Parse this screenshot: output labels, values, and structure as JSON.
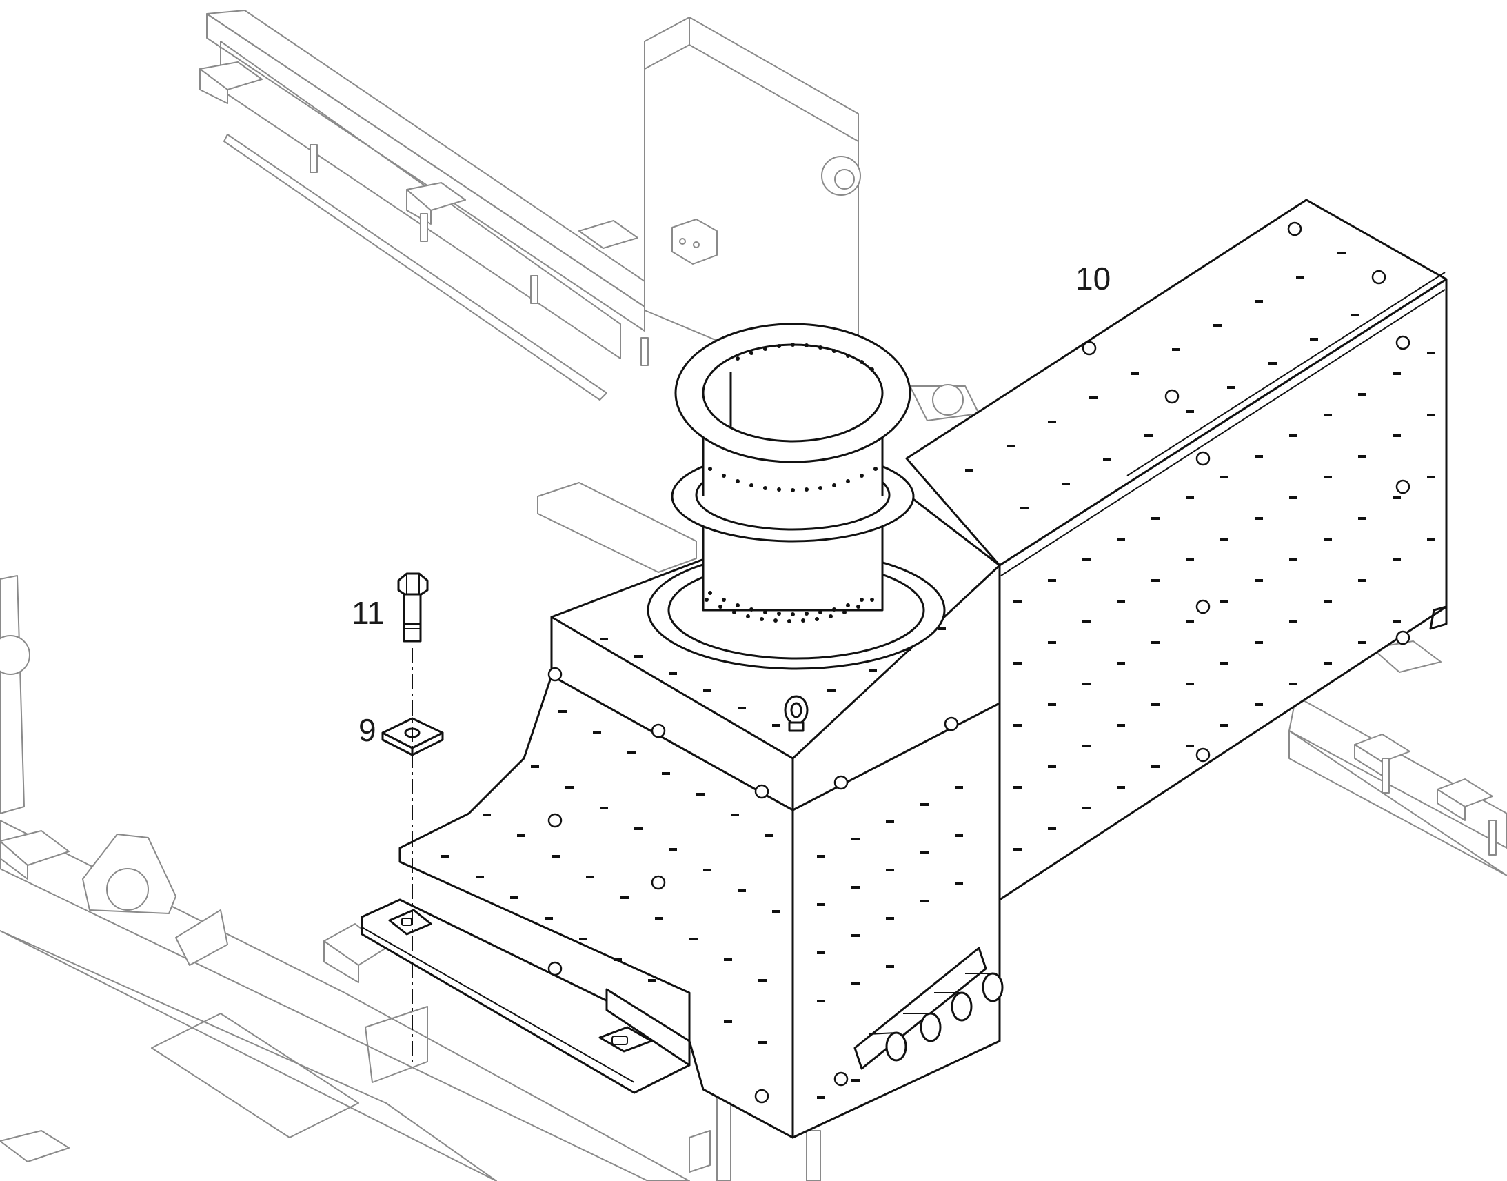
{
  "callouts": [
    {
      "id": "10",
      "label": "10"
    },
    {
      "id": "11",
      "label": "11"
    },
    {
      "id": "9",
      "label": "9"
    }
  ],
  "colors": {
    "line": "#111111",
    "background_line": "#8a8a8a",
    "paper": "#ffffff"
  }
}
